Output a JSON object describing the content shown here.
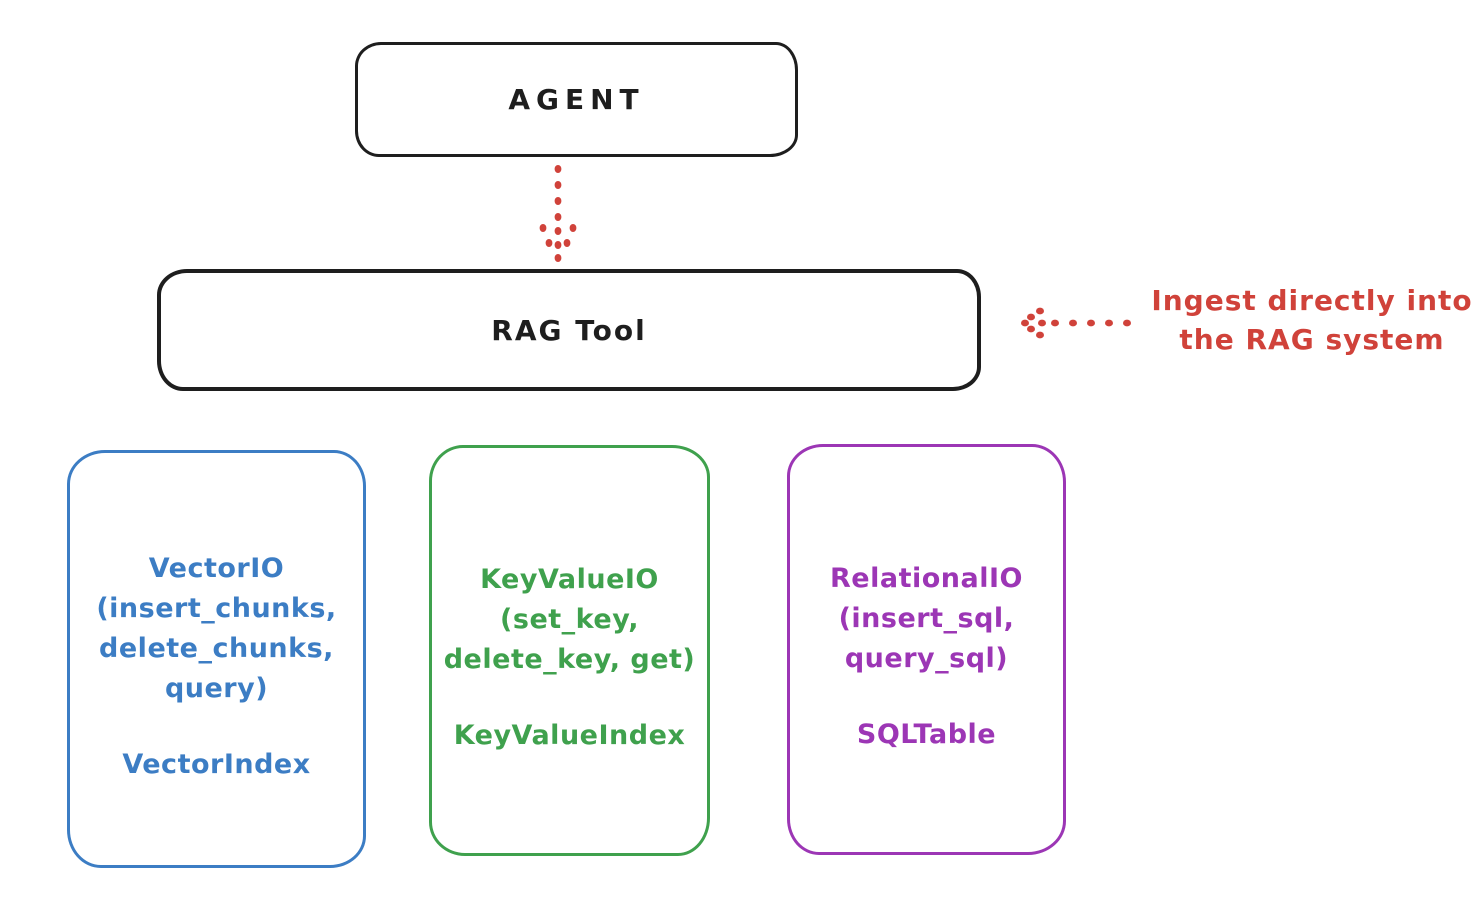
{
  "colors": {
    "ink": "#1e1e1e",
    "red": "#d0423a",
    "blue": "#3c7dc4",
    "green": "#3fa14d",
    "purple": "#9c36b5"
  },
  "agent_box": {
    "label": "AGENT"
  },
  "rag_tool_box": {
    "label": "RAG Tool"
  },
  "ingest_annotation": {
    "line1": "Ingest directly into",
    "line2": "the RAG system"
  },
  "arrows": {
    "agent_to_rag": "dotted-down-arrow",
    "ingest_to_rag": "dotted-left-arrow"
  },
  "backends": [
    {
      "name": "VectorIO",
      "color": "#3c7dc4",
      "lines": [
        "VectorIO",
        "(insert_chunks,",
        "delete_chunks,",
        "query)"
      ],
      "index_label": "VectorIndex"
    },
    {
      "name": "KeyValueIO",
      "color": "#3fa14d",
      "lines": [
        "KeyValueIO",
        "(set_key,",
        "delete_key, get)"
      ],
      "index_label": "KeyValueIndex"
    },
    {
      "name": "RelationalIO",
      "color": "#9c36b5",
      "lines": [
        "RelationalIO",
        "(insert_sql,",
        "query_sql)"
      ],
      "index_label": "SQLTable"
    }
  ]
}
